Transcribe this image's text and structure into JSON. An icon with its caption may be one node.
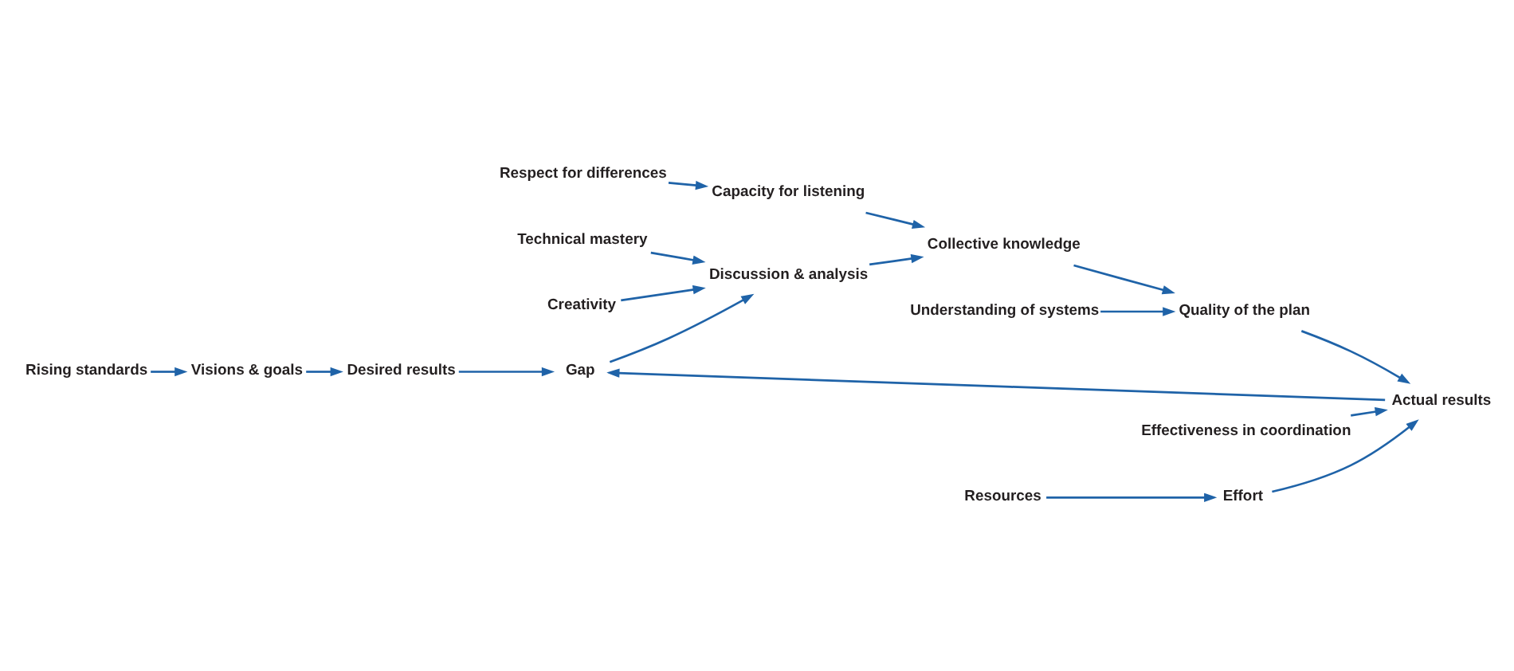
{
  "diagram": {
    "nodes": [
      {
        "text": [
          "Rising standards"
        ]
      },
      {
        "text": [
          "Visions & goals"
        ]
      },
      {
        "text": [
          "Desired results"
        ]
      },
      {
        "text": [
          "Gap"
        ]
      },
      {
        "text": [
          "Creativity"
        ]
      },
      {
        "text": [
          "Technical mastery"
        ]
      },
      {
        "text": [
          "Discussion & analysis"
        ]
      },
      {
        "text": [
          "Respect for differences"
        ]
      },
      {
        "text": [
          "Collective knowledge"
        ]
      },
      {
        "text": [
          "Capacity for listening"
        ]
      },
      {
        "text": [
          "Quality of the plan"
        ]
      },
      {
        "text": [
          "Understanding of systems"
        ]
      },
      {
        "text": [
          "Actual results"
        ]
      },
      {
        "text": [
          "Effectiveness in coordination"
        ]
      },
      {
        "text": [
          "Effort"
        ]
      },
      {
        "text": [
          "Resources"
        ]
      }
    ],
    "edges": [
      {
        "from": 0,
        "to": 1,
        "arrow": "to"
      },
      {
        "from": 1,
        "to": 2,
        "arrow": "to"
      },
      {
        "from": 2,
        "to": 3,
        "arrow": "to"
      },
      {
        "from": 3,
        "to": 6,
        "arrow": "to"
      },
      {
        "from": 4,
        "to": 6,
        "arrow": "to"
      },
      {
        "from": 5,
        "to": 6,
        "arrow": "to"
      },
      {
        "from": 6,
        "to": 8,
        "arrow": "to"
      },
      {
        "from": 7,
        "to": 9,
        "arrow": "to"
      },
      {
        "from": 9,
        "to": 8,
        "arrow": "to"
      },
      {
        "from": 8,
        "to": 10,
        "arrow": "to"
      },
      {
        "from": 11,
        "to": 10,
        "arrow": "to"
      },
      {
        "from": 10,
        "to": 12,
        "arrow": "to"
      },
      {
        "from": 13,
        "to": 12,
        "arrow": "to"
      },
      {
        "from": 14,
        "to": 12,
        "arrow": "to"
      },
      {
        "from": 15,
        "to": 14,
        "arrow": "to"
      },
      {
        "from": 12,
        "to": 3,
        "arrow": "to"
      }
    ]
  }
}
